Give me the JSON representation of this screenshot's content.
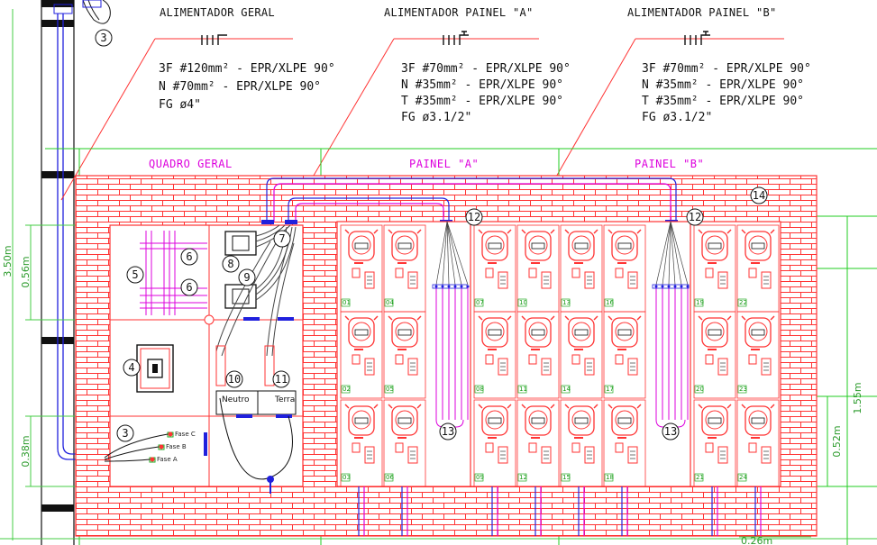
{
  "headers": {
    "geral": "ALIMENTADOR GERAL",
    "painel_a": "ALIMENTADOR PAINEL \"A\"",
    "painel_b": "ALIMENTADOR PAINEL \"B\""
  },
  "specs": {
    "geral": [
      "3F #120mm² - EPR/XLPE 90°",
      "N #70mm² - EPR/XLPE 90°",
      "FG ø4\""
    ],
    "painel_a": [
      "3F #70mm² - EPR/XLPE 90°",
      "N #35mm² - EPR/XLPE 90°",
      "T #35mm² - EPR/XLPE 90°",
      "FG ø3.1/2\""
    ],
    "painel_b": [
      "3F #70mm² - EPR/XLPE 90°",
      "N #35mm² - EPR/XLPE 90°",
      "T #35mm² - EPR/XLPE 90°",
      "FG ø3.1/2\""
    ]
  },
  "sections": {
    "quadro_geral": "QUADRO GERAL",
    "painel_a": "PAINEL \"A\"",
    "painel_b": "PAINEL \"B\""
  },
  "dimensions": {
    "h_total": "3.50m",
    "h_top": "0.56m",
    "h_bottom": "0.38m",
    "h_right": "1.55m",
    "h_right_inner": "0.52m",
    "w_bottom": "0.26m"
  },
  "callouts": [
    "3",
    "3",
    "4",
    "5",
    "6",
    "6",
    "7",
    "8",
    "9",
    "10",
    "11",
    "12",
    "12",
    "13",
    "13",
    "14"
  ],
  "labels": {
    "neutro": "Neutro",
    "terra": "Terra",
    "fase_a": "Fase A",
    "fase_b": "Fase B",
    "fase_c": "Fase C"
  },
  "meter_cells": [
    "01",
    "02",
    "03",
    "04",
    "05",
    "06",
    "07",
    "08",
    "09",
    "10",
    "11",
    "12",
    "13",
    "14",
    "15",
    "16",
    "17",
    "18",
    "19",
    "20",
    "21",
    "22",
    "23",
    "24"
  ],
  "colors": {
    "brick": "#ff3333",
    "magenta": "#dd00dd",
    "blue": "#2020dd",
    "green": "#22aa22",
    "dim_green": "#44cc44"
  }
}
